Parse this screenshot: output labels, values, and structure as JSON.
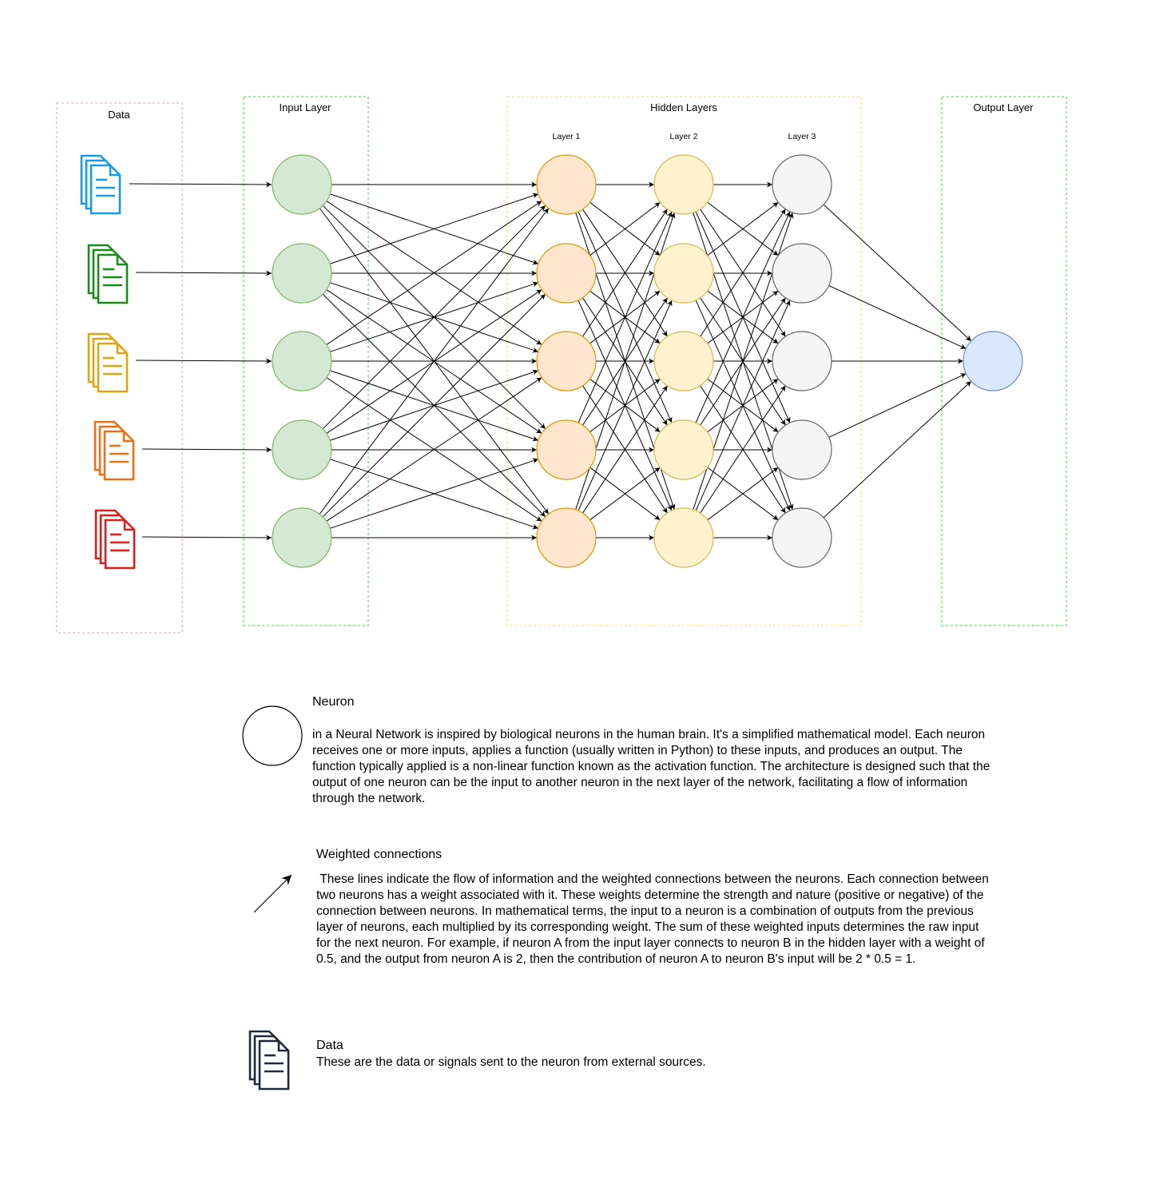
{
  "groups": {
    "data": "Data",
    "input": "Input Layer",
    "hidden": "Hidden Layers",
    "output": "Output Layer"
  },
  "hidden_layers": [
    "Layer 1",
    "Layer 2",
    "Layer 3"
  ],
  "network": {
    "data_sources": 5,
    "input_neurons": 5,
    "hidden_neurons_per_layer": 5,
    "output_neurons": 1
  },
  "colors": {
    "data_icons": [
      "#1a9ae0",
      "#1b8a1b",
      "#e0a317",
      "#e8701c",
      "#d62020"
    ],
    "input_fill": "#d5e8d4",
    "input_stroke": "#82b366",
    "layer1_fill": "#ffe6cc",
    "layer1_stroke": "#d79b00",
    "layer2_fill": "#fff2cc",
    "layer2_stroke": "#d6b656",
    "layer3_fill": "#f5f5f5",
    "layer3_stroke": "#666666",
    "output_fill": "#dae8fc",
    "output_stroke": "#6c8ebf",
    "data_box": "#f19c99",
    "input_box": "#33dd33",
    "hidden_box": "#ffd966",
    "output_box": "#33dd33",
    "legend_icon": "#1e2a3a"
  },
  "legend": {
    "neuron": {
      "title": "Neuron",
      "text": "in a Neural Network is inspired by biological neurons in the human brain. It's a simplified mathematical model. Each neuron receives one or more inputs, applies a function (usually written in Python) to these inputs, and produces an output. The function typically applied is a non-linear function known as the activation function. The architecture is designed such that the output of one neuron can be the input to another neuron in the next layer of the network, facilitating a flow of information through the network."
    },
    "weights": {
      "title": "Weighted connections",
      "text": " These lines indicate the flow of information and the weighted connections between the neurons. Each connection between two neurons has a weight associated with it. These weights determine the strength and nature (positive or negative) of the connection between neurons. In mathematical terms, the input to a neuron is a combination of outputs from the previous layer of neurons, each multiplied by its corresponding weight. The sum of these weighted inputs determines the raw input for the next neuron. For example, if neuron A from the input layer connects to neuron B in the hidden layer with a weight of 0.5, and the output from neuron A is 2, then the contribution of neuron A to neuron B's input will be 2 * 0.5 = 1."
    },
    "data": {
      "title": "Data",
      "text": "These are the data or signals sent to the neuron from external sources."
    }
  }
}
